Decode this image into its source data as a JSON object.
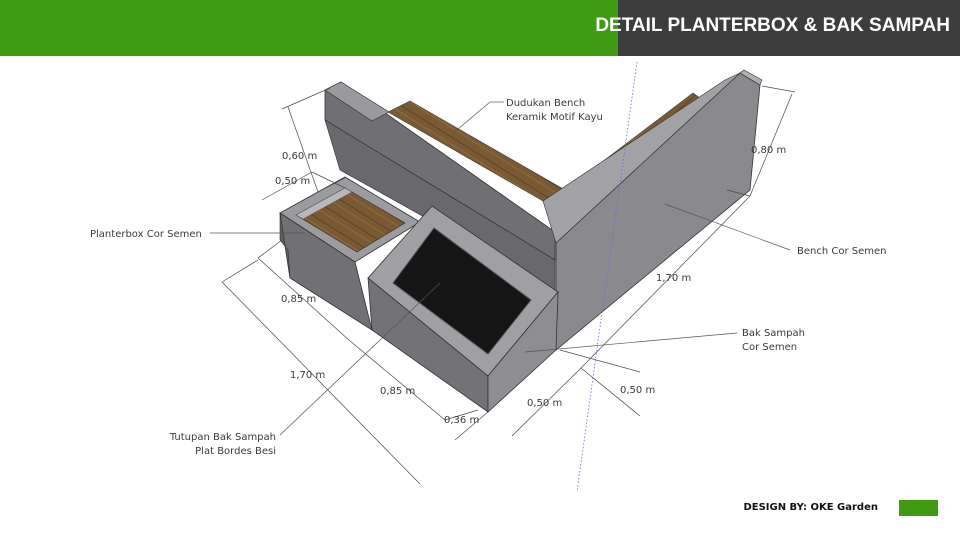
{
  "header": {
    "title": "DETAIL PLANTERBOX & BAK SAMPAH",
    "accent_color": "#3e9b12",
    "dark_color": "#3d3d3d"
  },
  "footer": {
    "credit": "DESIGN BY: OKE Garden"
  },
  "callouts": {
    "bench_seat_line1": "Dudukan Bench",
    "bench_seat_line2": "Keramik Motif Kayu",
    "planterbox": "Planterbox Cor Semen",
    "bench": "Bench Cor Semen",
    "bin_line1": "Bak Sampah",
    "bin_line2": "Cor Semen",
    "lid_line1": "Tutupan Bak Sampah",
    "lid_line2": "Plat Bordes Besi"
  },
  "dimensions": {
    "d060": "0,60 m",
    "d050_top": "0,50 m",
    "d080": "0,80 m",
    "d085_left": "0,85 m",
    "d170_left": "1,70 m",
    "d085_bottom": "0,85 m",
    "d036": "0,36 m",
    "d050_bottom": "0,50 m",
    "d170_right": "1,70 m",
    "d050_right": "0,50 m"
  },
  "colors": {
    "concrete_light": "#8c8c90",
    "concrete_mid": "#75757a",
    "concrete_dark": "#5f5f64",
    "wood": "#7a5a32",
    "lid": "#151515"
  }
}
